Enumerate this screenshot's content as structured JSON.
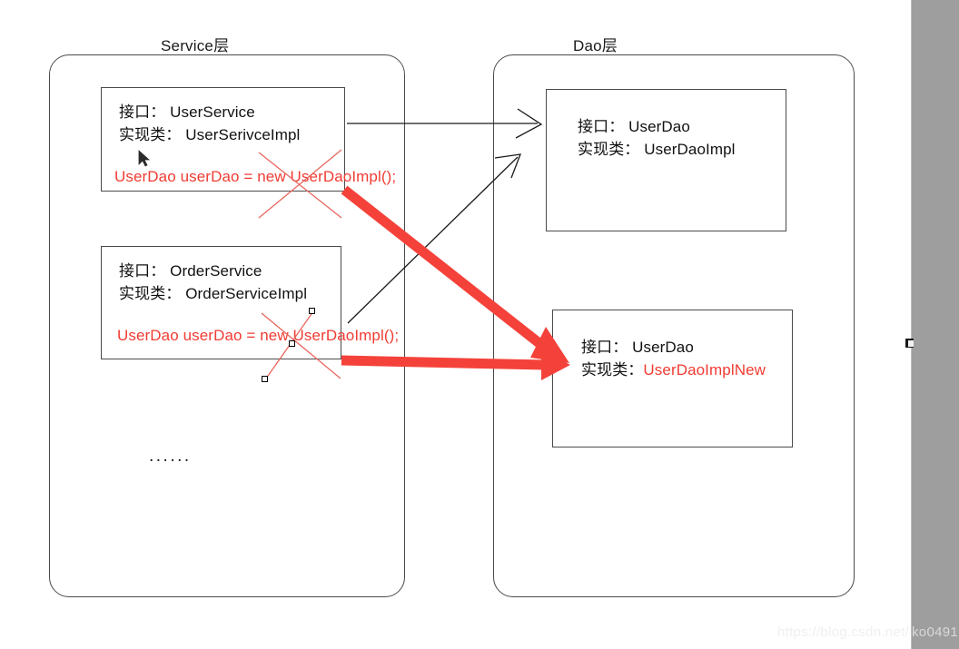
{
  "diagram": {
    "title_service": "Service层",
    "title_dao": "Dao层",
    "ellipsis": "......",
    "accent_red": "#f03c33",
    "stroke_black": "#1a1a1a"
  },
  "service_layer": {
    "boxes": [
      {
        "interface_line": "接口： UserService",
        "impl_line": "实现类： UserSerivceImpl",
        "code_line": "UserDao userDao = new UserDaoImpl();",
        "struck_out": "true"
      },
      {
        "interface_line": "接口： OrderService",
        "impl_line": "实现类： OrderServiceImpl",
        "code_line": "UserDao userDao = new UserDaoImpl();",
        "struck_out": "true"
      }
    ]
  },
  "dao_layer": {
    "boxes": [
      {
        "interface_line": "接口： UserDao",
        "impl_label": "实现类： ",
        "impl_value": "UserDaoImpl",
        "impl_highlight": "false"
      },
      {
        "interface_line": "接口： UserDao",
        "impl_label": "实现类：",
        "impl_value": "UserDaoImplNew",
        "impl_highlight": "true"
      }
    ]
  },
  "watermark": {
    "text_light": "https://blog.csdn.net/",
    "text_gray": "ko0491"
  }
}
